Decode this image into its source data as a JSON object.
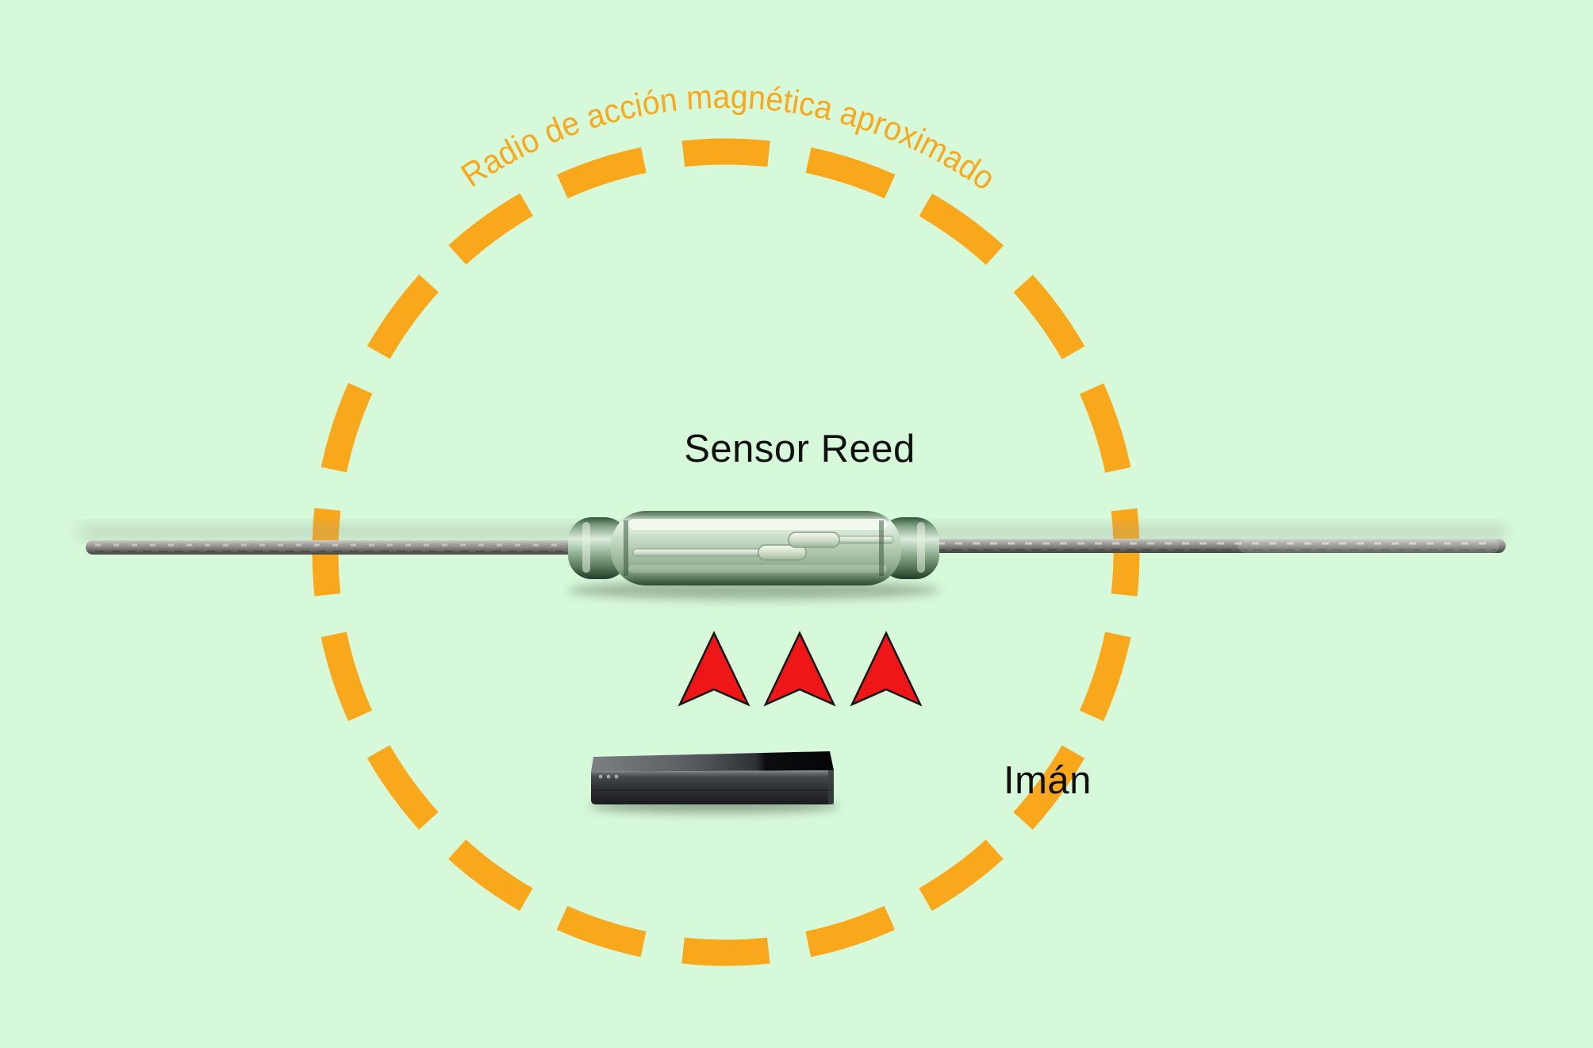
{
  "colors": {
    "background": "#d6f9da",
    "orange": "#f9a71b",
    "arrow_red": "#ee1616",
    "arrow_outline": "#151515",
    "label_text": "#101010"
  },
  "labels": {
    "radius": "Radio de acción magnética aproximado",
    "sensor": "Sensor Reed",
    "magnet": "Imán"
  }
}
